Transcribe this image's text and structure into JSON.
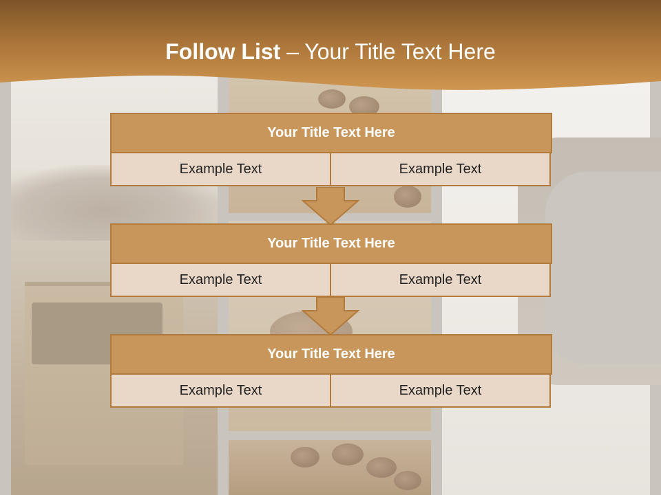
{
  "slide": {
    "title_bold": "Follow List",
    "title_rest": " – Your Title Text Here"
  },
  "flow": {
    "blocks": [
      {
        "title": "Your Title Text Here",
        "left": "Example Text",
        "right": "Example Text"
      },
      {
        "title": "Your Title Text Here",
        "left": "Example Text",
        "right": "Example Text"
      },
      {
        "title": "Your Title Text Here",
        "left": "Example Text",
        "right": "Example Text"
      }
    ]
  },
  "colors": {
    "header": "#8d6234",
    "header_light": "#c7914f",
    "block_title": "#c8965a",
    "block_border": "#b27b3c",
    "cell": "#e9d8c8",
    "arrow": "#c8965a"
  }
}
